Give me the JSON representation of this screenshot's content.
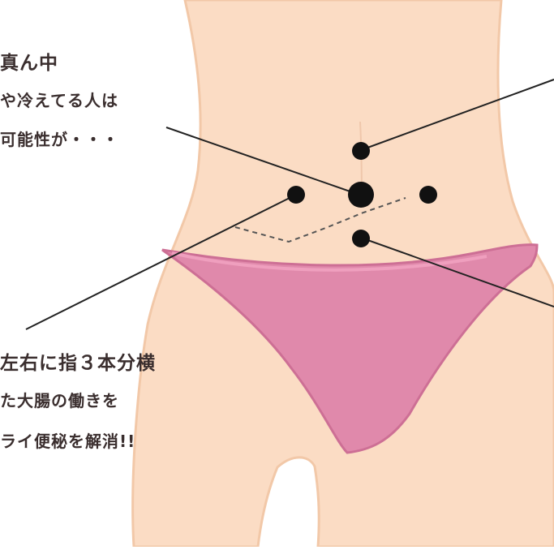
{
  "labels": {
    "top_left": [
      "真ん中",
      "や冷えてる人は",
      "可能性が・・・"
    ],
    "bottom_left": [
      "左右に指３本分横",
      "た大腸の働きを",
      "ライ便秘を解消!!"
    ]
  },
  "colors": {
    "skin": "#fbdcc4",
    "skin_outline": "#f2c8a8",
    "panties": "#e089ab",
    "panties_outline": "#cd6f95",
    "point": "#111111",
    "leader_line": "#222222"
  },
  "points": [
    {
      "name": "navel-point"
    },
    {
      "name": "above-navel-point"
    },
    {
      "name": "below-navel-point"
    },
    {
      "name": "left-side-point"
    },
    {
      "name": "right-side-point"
    }
  ]
}
